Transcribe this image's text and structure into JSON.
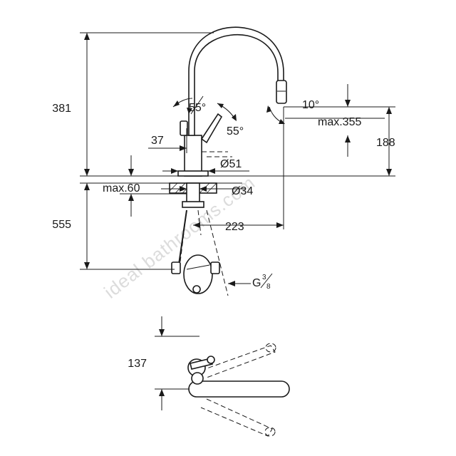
{
  "dimensions": {
    "total_height": "381",
    "spout_angle_top": "55°",
    "lever_angle": "55°",
    "lever_offset": "37",
    "spray_tilt": "10°",
    "max_outlet_height": "max.355",
    "outlet_height": "188",
    "base_diameter": "Ø51",
    "max_deck_thickness": "max.60",
    "hole_diameter": "Ø34",
    "reach": "223",
    "hose_length": "555",
    "connection_label": "G",
    "connection_numerator": "3",
    "connection_denominator": "8",
    "top_view_offset": "137"
  },
  "watermark": "ideal bathrooms.com"
}
